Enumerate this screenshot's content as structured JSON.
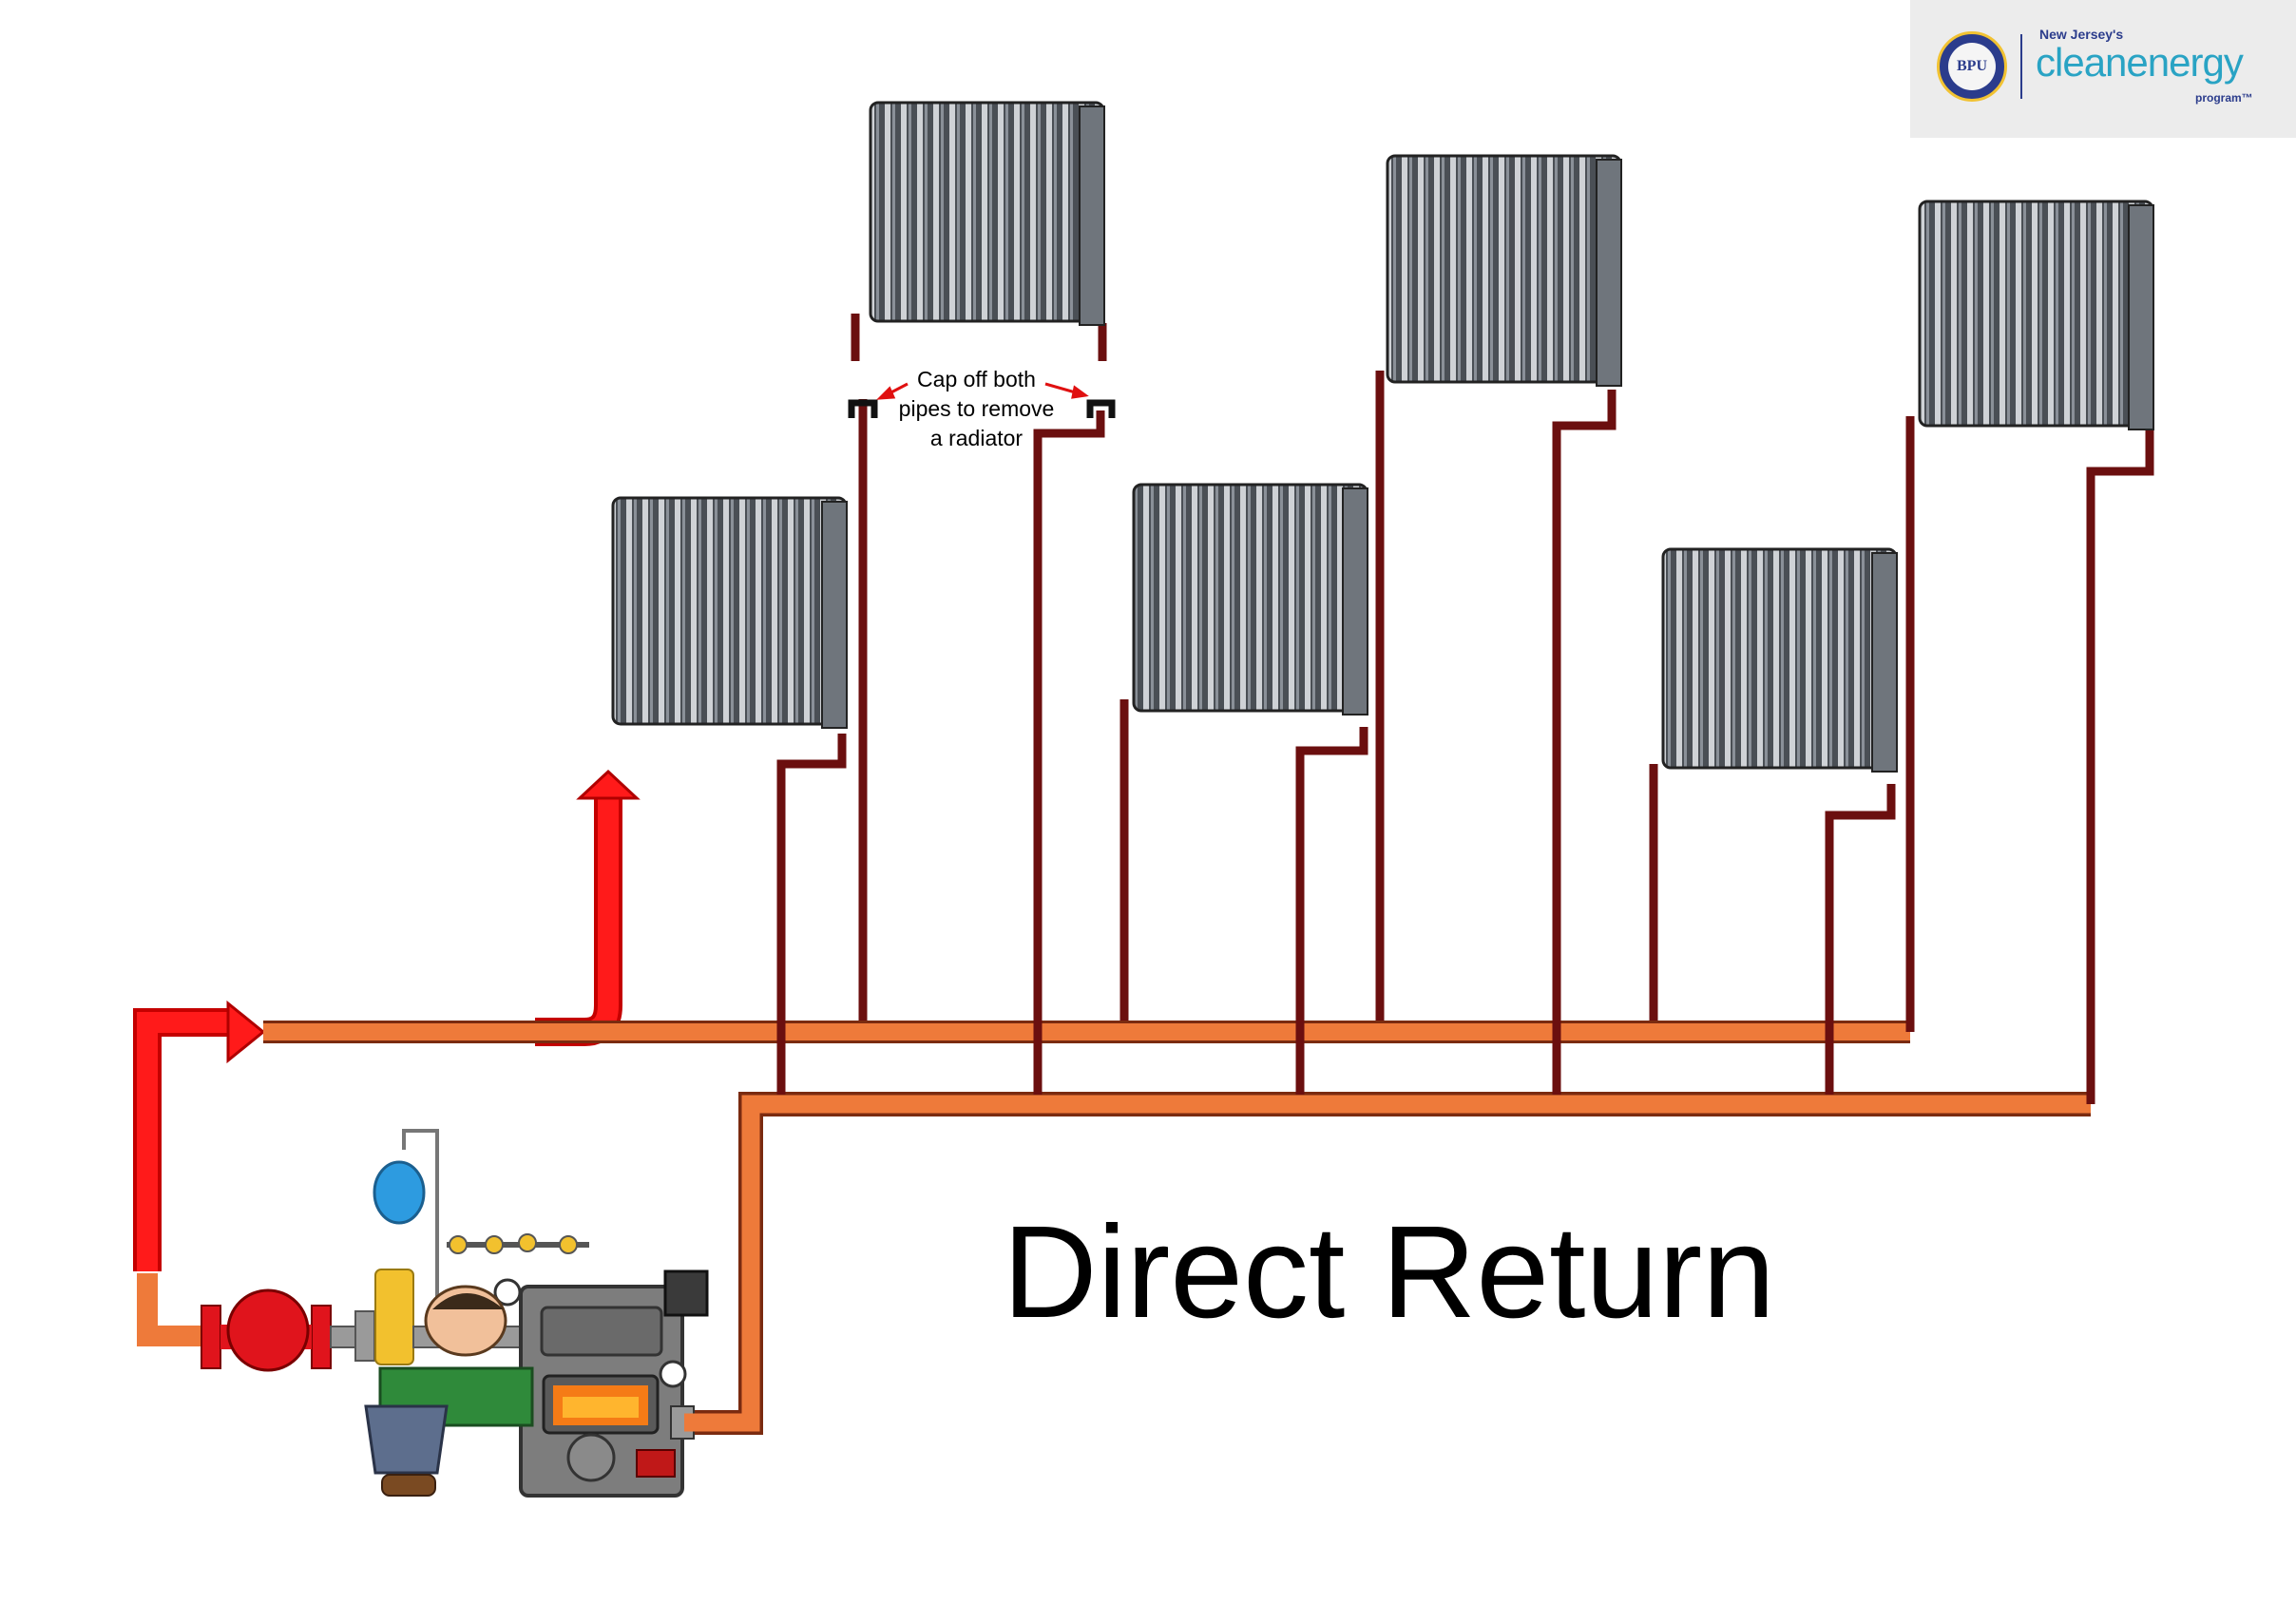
{
  "slide": {
    "title": "Direct Return"
  },
  "annotation": {
    "lines": [
      "Cap off both",
      "pipes to remove",
      "a radiator"
    ]
  },
  "logo": {
    "seal_text": "BPU",
    "line1": "New Jersey's",
    "line2": "cleanenergy",
    "line3": "program™"
  },
  "colors": {
    "supply_arrow": "#ff0000",
    "main_pipe": "#ee7a3a",
    "riser_pipe": "#6b0f0f",
    "radiator": "#555a60",
    "boiler": "#7d7d7d",
    "pump": "#e0141c",
    "expansion_tank": "#2d9be0",
    "valve": "#f2c12e",
    "worker_shirt": "#2f8a3a"
  },
  "icons": {
    "radiator": "radiator-icon",
    "boiler": "boiler-icon",
    "pump": "circulator-pump-icon",
    "expansion_tank": "expansion-tank-icon",
    "worker": "worker-icon",
    "pipe_cap": "pipe-cap-icon"
  }
}
